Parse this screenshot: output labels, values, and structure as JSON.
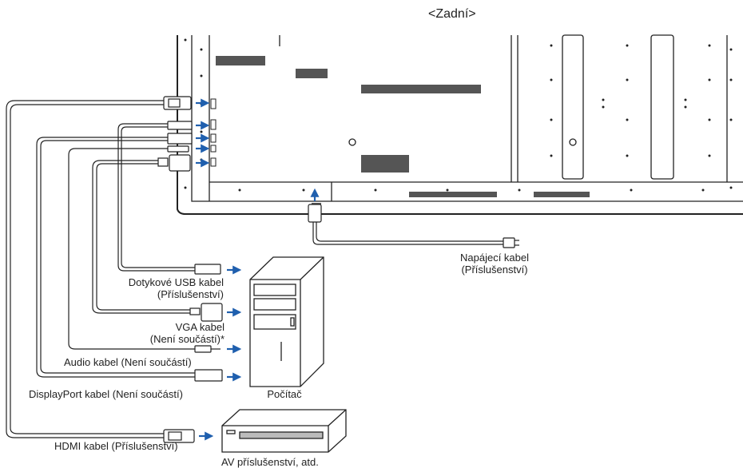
{
  "view_title": "<Zadní>",
  "labels": {
    "power_line1": "Napájecí kabel",
    "power_line2": "(Příslušenství)",
    "usb_line1": "Dotykové USB kabel",
    "usb_line2": "(Příslušenství)",
    "vga_line1": "VGA kabel",
    "vga_line2": "(Není součástí)*",
    "audio": "Audio kabel (Není součástí)",
    "displayport": "DisplayPort kabel (Není součástí)",
    "computer": "Počítač",
    "hdmi": "HDMI kabel (Příslušenství)",
    "av": "AV příslušenství, atd."
  },
  "colors": {
    "arrow": "#1f5fae",
    "line": "#222222"
  }
}
